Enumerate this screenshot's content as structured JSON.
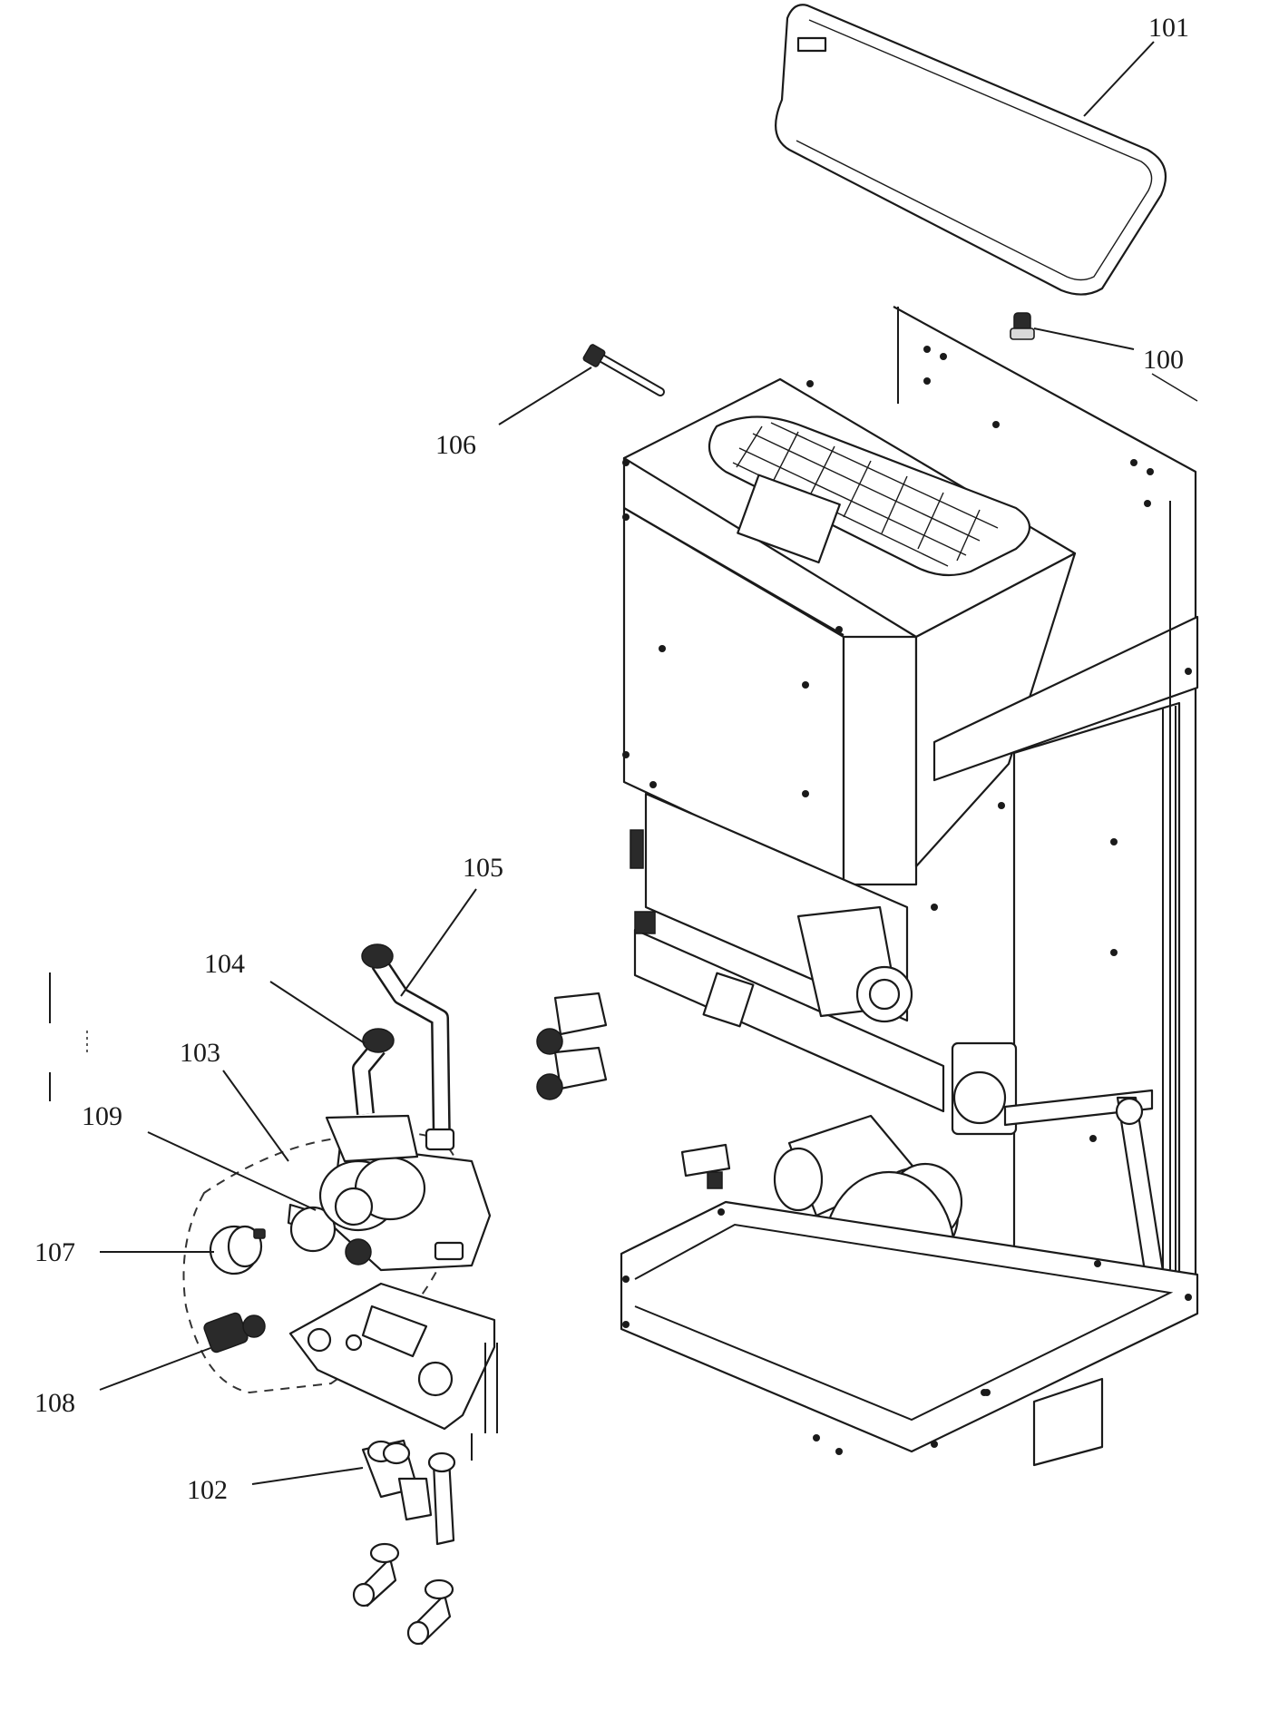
{
  "diagram": {
    "callouts": [
      "100",
      "101",
      "102",
      "103",
      "104",
      "105",
      "106",
      "107",
      "108",
      "109"
    ]
  }
}
